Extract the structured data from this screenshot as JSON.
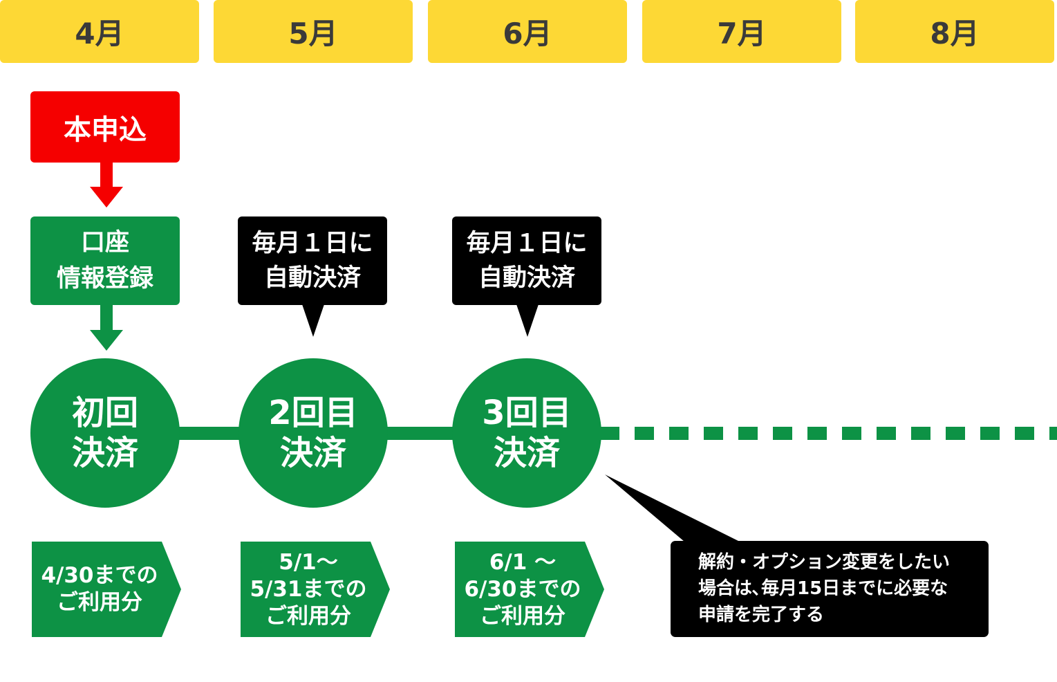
{
  "months": [
    "4月",
    "5月",
    "6月",
    "7月",
    "8月"
  ],
  "apply": "本申込",
  "account": {
    "line1": "口座",
    "line2": "情報登録"
  },
  "auto_pay": [
    {
      "line1": "毎月１日に",
      "line2": "自動決済"
    },
    {
      "line1": "毎月１日に",
      "line2": "自動決済"
    }
  ],
  "payments": [
    {
      "line1": "初回",
      "line2": "決済"
    },
    {
      "line1": "2回目",
      "line2": "決済"
    },
    {
      "line1": "3回目",
      "line2": "決済"
    }
  ],
  "usage": [
    {
      "lines": [
        "4/30までの",
        "ご利用分"
      ]
    },
    {
      "lines": [
        "5/1～",
        "5/31までの",
        "ご利用分"
      ]
    },
    {
      "lines": [
        "6/1 ～",
        "6/30までの",
        "ご利用分"
      ]
    }
  ],
  "note": {
    "line1": "解約・オプション変更をしたい",
    "line2": "場合は､毎月15日までに必要な",
    "line3": "申請を完了する"
  },
  "colors": {
    "month_bg": "#fdd835",
    "green": "#0d9245",
    "red": "#f50000",
    "black": "#000000"
  }
}
